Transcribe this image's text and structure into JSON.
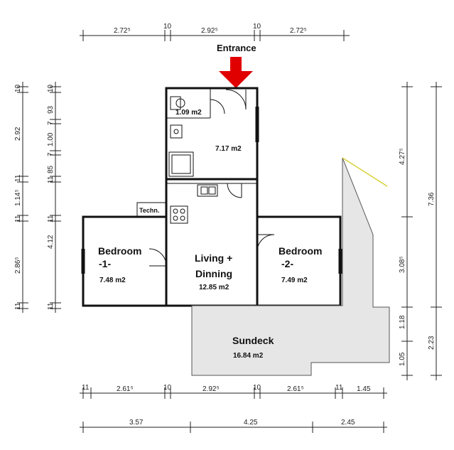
{
  "entrance_label": "Entrance",
  "top_dims": [
    "2.72⁵",
    "10",
    "2.92⁵",
    "10",
    "2.72⁵"
  ],
  "bottom_dims_1": [
    "11",
    "2.61⁵",
    "10",
    "2.92⁵",
    "10",
    "2.61⁵",
    "11",
    "1.45"
  ],
  "bottom_dims_2": [
    "3.57",
    "4.25",
    "2.45"
  ],
  "left_dims_outer": [
    "10",
    "2.92",
    "11",
    "1.14⁵",
    "11",
    "2.86⁵",
    "11"
  ],
  "left_dims_inner": [
    "10",
    "93",
    "7",
    "1.00",
    "7",
    "85",
    "11",
    "11",
    "4.12",
    "11"
  ],
  "right_dims_inner": [
    "4.27⁵",
    "3.08⁵",
    "1.18",
    "1.05"
  ],
  "right_dims_outer": [
    "7.36",
    "2.23"
  ],
  "rooms": {
    "wc_area": "1.09 m2",
    "entry_area": "7.17 m2",
    "techn": "Techn.",
    "bedroom1_name": "Bedroom",
    "bedroom1_num": "-1-",
    "bedroom1_area": "7.48 m2",
    "living_name_1": "Living +",
    "living_name_2": "Dinning",
    "living_area": "12.85 m2",
    "bedroom2_name": "Bedroom",
    "bedroom2_num": "-2-",
    "bedroom2_area": "7.49 m2",
    "sundeck_name": "Sundeck",
    "sundeck_area": "16.84 m2"
  },
  "colors": {
    "sundeck_fill": "#e6e6e6",
    "arrow": "#e00000",
    "wall": "#111111",
    "accent_line": "#d8d23a"
  }
}
